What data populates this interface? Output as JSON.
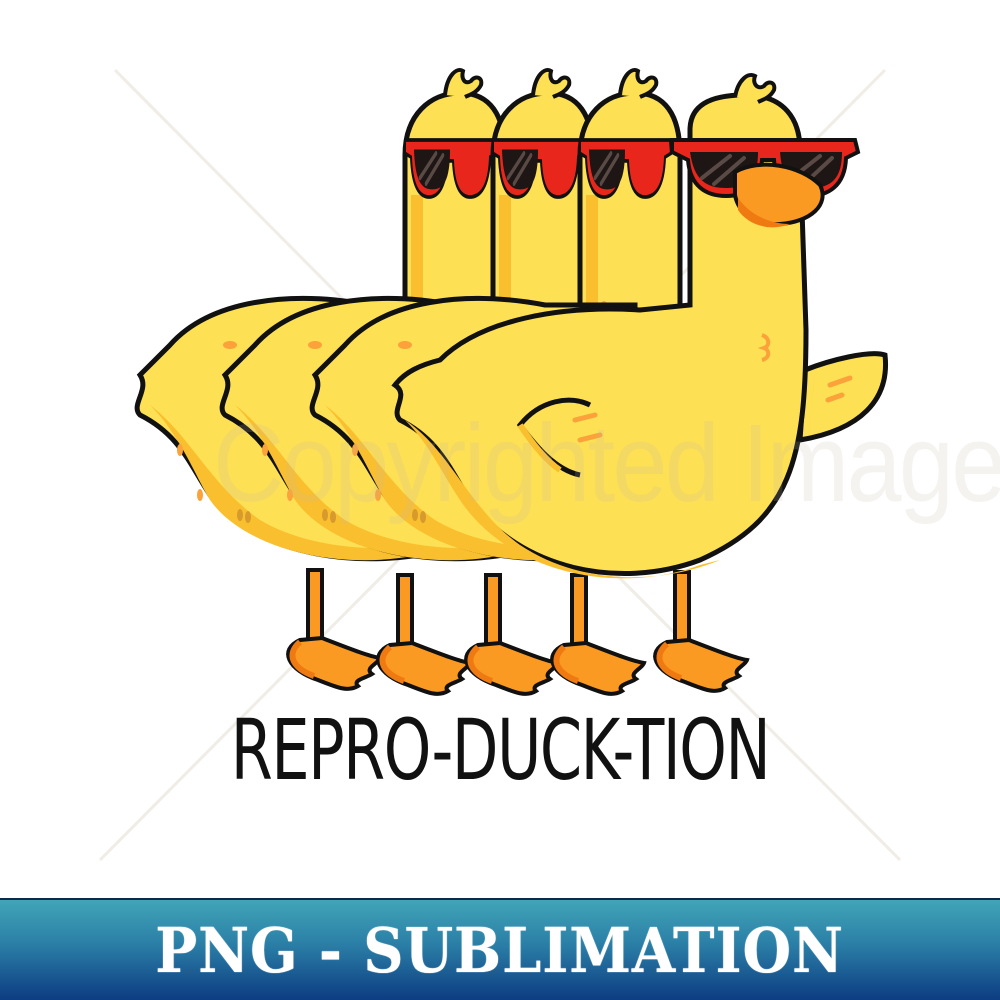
{
  "artwork": {
    "subject": "four-ducks-in-sunglasses",
    "duck_count": 4,
    "caption": "REPRO-DUCK-TION",
    "watermark": "Copyrighted Image",
    "colors": {
      "body_yellow": "#fde053",
      "shadow_yellow": "#f9bf2e",
      "beak_orange": "#fb9a22",
      "beak_dark_orange": "#f07a12",
      "glasses_red": "#e8261c",
      "lens_dark": "#1e1614",
      "outline": "#111111"
    }
  },
  "banner": {
    "label": "PNG - SUBLIMATION",
    "gradient_top": "#41a5b8",
    "gradient_bottom": "#0d3c82",
    "text_color": "#ffffff"
  }
}
